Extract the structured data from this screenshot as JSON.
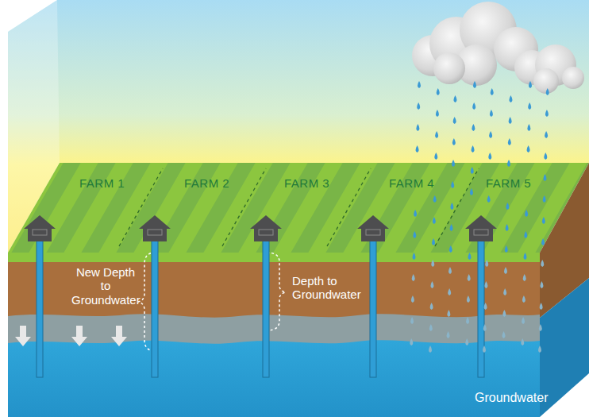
{
  "diagram": {
    "labels": [
      "FARM 1",
      "FARM 2",
      "FARM 3",
      "FARM 4",
      "FARM 5",
      "New Depth to Groundwater",
      "Depth to Groundwater",
      "Groundwater"
    ]
  }
}
